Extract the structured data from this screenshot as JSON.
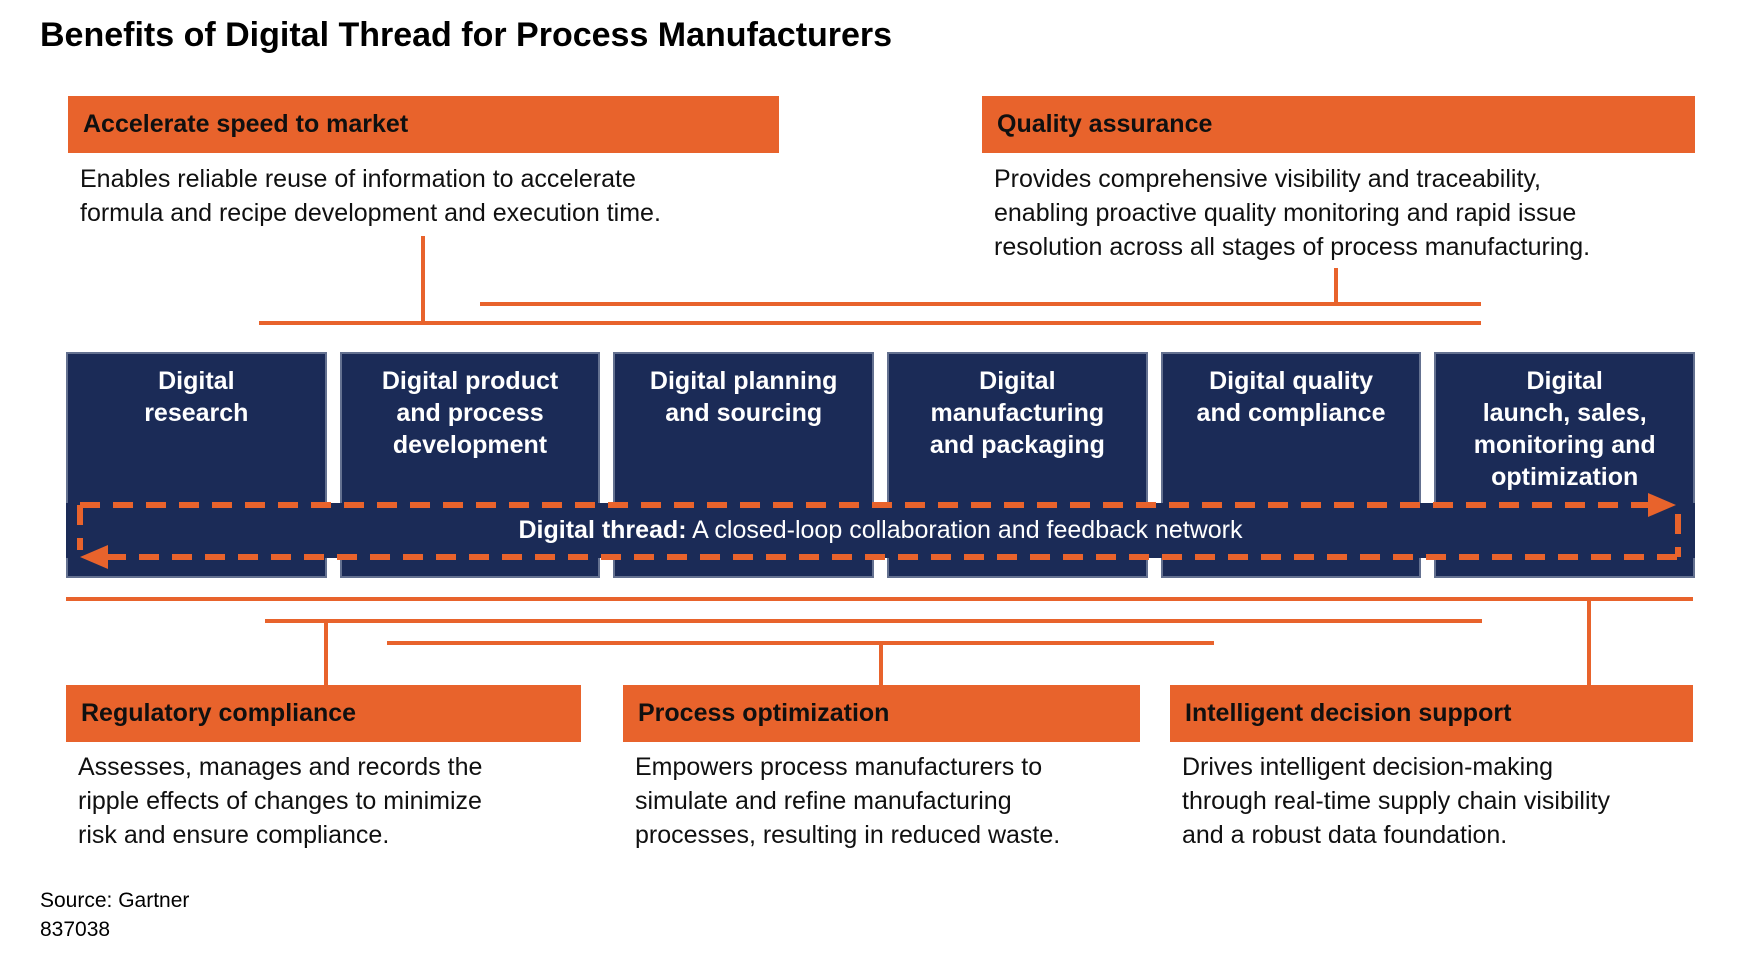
{
  "title": "Benefits of Digital Thread for Process Manufacturers",
  "colors": {
    "orange": "#E8632C",
    "navy": "#1B2B57"
  },
  "top_benefits": [
    {
      "label": "Accelerate speed to market",
      "description": "Enables reliable reuse of information to accelerate\nformula and recipe development and execution time."
    },
    {
      "label": "Quality assurance",
      "description": "Provides comprehensive visibility and traceability,\nenabling proactive quality monitoring and rapid issue\nresolution across all stages of process manufacturing."
    }
  ],
  "stages": [
    "Digital\nresearch",
    "Digital product\nand process\ndevelopment",
    "Digital planning\nand sourcing",
    "Digital\nmanufacturing\nand packaging",
    "Digital quality\nand compliance",
    "Digital\nlaunch, sales,\nmonitoring and\noptimization"
  ],
  "thread": {
    "prefix": "Digital thread:",
    "text": " A closed-loop collaboration and feedback network"
  },
  "bottom_benefits": [
    {
      "label": "Regulatory compliance",
      "description": "Assesses, manages and records the\nripple effects of changes to minimize\nrisk and ensure compliance."
    },
    {
      "label": "Process optimization",
      "description": "Empowers process manufacturers to\nsimulate and refine manufacturing\nprocesses, resulting in reduced waste."
    },
    {
      "label": "Intelligent decision support",
      "description": "Drives intelligent decision-making\nthrough real-time supply chain visibility\nand a robust data foundation."
    }
  ],
  "source": {
    "line1": "Source: Gartner",
    "line2": "837038"
  }
}
